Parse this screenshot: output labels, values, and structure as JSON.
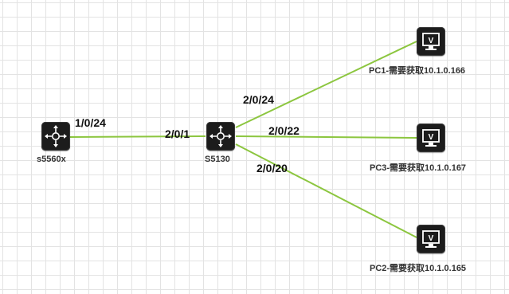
{
  "topology": {
    "link_color": "#8cc63f",
    "devices": {
      "s5560x": {
        "label": "s5560x",
        "type": "switch",
        "icon": "switch-icon"
      },
      "s5130": {
        "label": "S5130",
        "type": "switch",
        "icon": "switch-icon"
      },
      "pc1": {
        "label": "PC1-需要获取10.1.0.166",
        "type": "pc",
        "icon": "monitor-icon"
      },
      "pc3": {
        "label": "PC3-需要获取10.1.0.167",
        "type": "pc",
        "icon": "monitor-icon"
      },
      "pc2": {
        "label": "PC2-需要获取10.1.0.165",
        "type": "pc",
        "icon": "monitor-icon"
      }
    },
    "links": [
      {
        "from": "s5560x",
        "to": "s5130",
        "from_port": "1/0/24",
        "to_port": "2/0/1"
      },
      {
        "from": "s5130",
        "to": "pc1",
        "from_port": "2/0/24"
      },
      {
        "from": "s5130",
        "to": "pc3",
        "from_port": "2/0/22"
      },
      {
        "from": "s5130",
        "to": "pc2",
        "from_port": "2/0/20"
      }
    ]
  }
}
